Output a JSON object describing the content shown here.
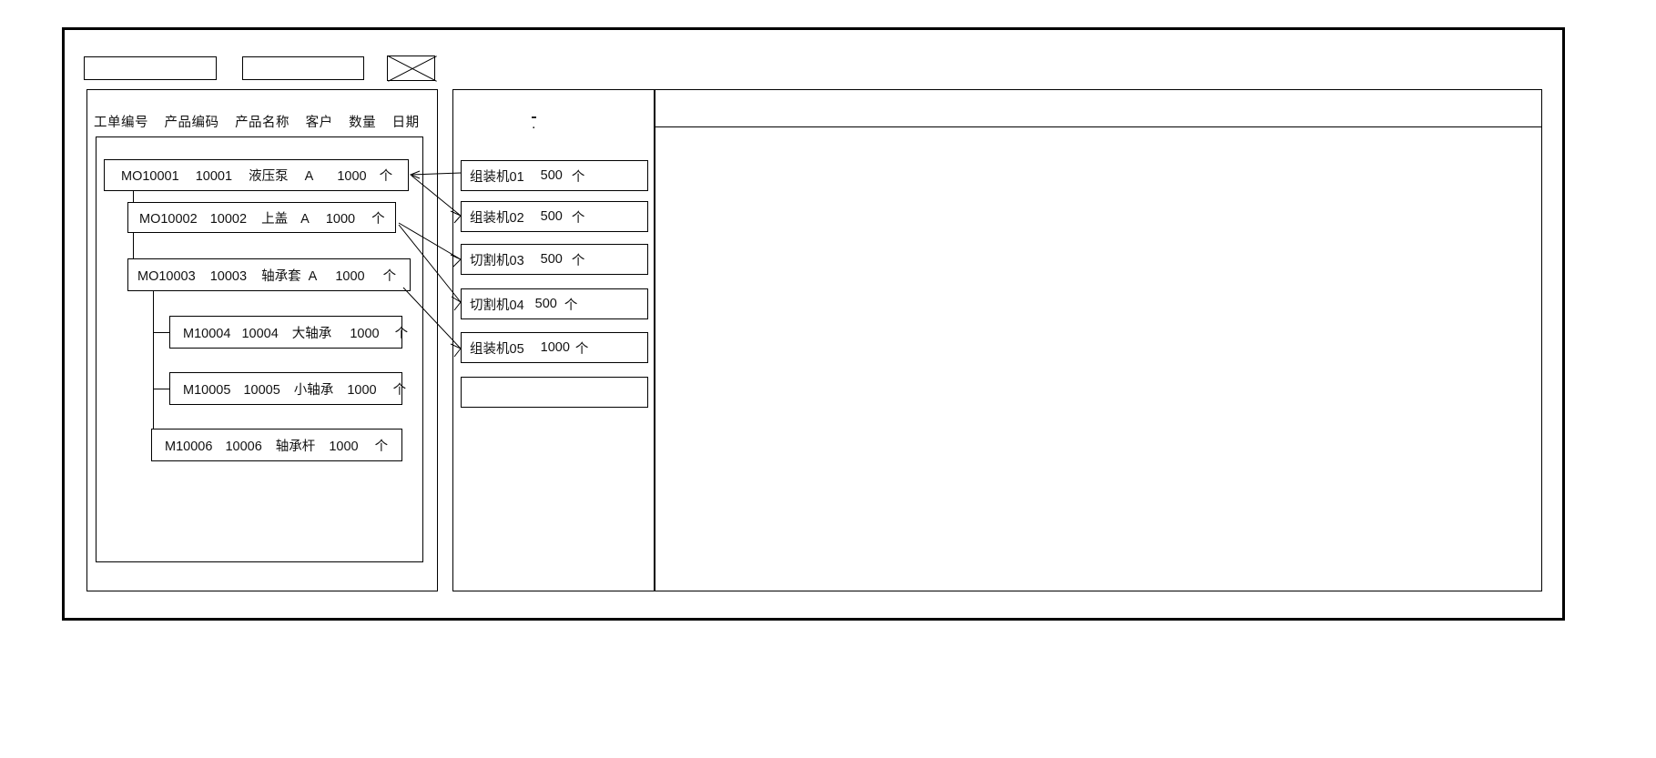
{
  "window": {
    "title": ""
  },
  "toolbar": {
    "field_1_value": "",
    "field_1_placeholder": "",
    "field_2_value": "",
    "field_2_placeholder": "",
    "placeholder_icon": "crossed-box-icon"
  },
  "left_panel": {
    "columns": [
      "工单编号",
      "产品编码",
      "产品名称",
      "客户",
      "数量",
      "日期"
    ],
    "tree": [
      {
        "level": 0,
        "order_no": "MO10001",
        "product_code": "10001",
        "product_name": "液压泵",
        "customer": "A",
        "quantity": "1000",
        "unit": "个"
      },
      {
        "level": 1,
        "order_no": "MO10002",
        "product_code": "10002",
        "product_name": "上盖",
        "customer": "A",
        "quantity": "1000",
        "unit": "个"
      },
      {
        "level": 1,
        "order_no": "MO10003",
        "product_code": "10003",
        "product_name": "轴承套",
        "customer": "A",
        "quantity": "1000",
        "unit": "个"
      },
      {
        "level": 2,
        "order_no": "M10004",
        "product_code": "10004",
        "product_name": "大轴承",
        "customer": "",
        "quantity": "1000",
        "unit": "个"
      },
      {
        "level": 2,
        "order_no": "M10005",
        "product_code": "10005",
        "product_name": "小轴承",
        "customer": "",
        "quantity": "1000",
        "unit": "个"
      },
      {
        "level": 2,
        "order_no": "M10006",
        "product_code": "10006",
        "product_name": "轴承杆",
        "customer": "",
        "quantity": "1000",
        "unit": "个"
      }
    ]
  },
  "middle_panel": {
    "marker": ".",
    "machines": [
      {
        "name": "组装机01",
        "quantity": "500",
        "unit": "个"
      },
      {
        "name": "组装机02",
        "quantity": "500",
        "unit": "个"
      },
      {
        "name": "切割机03",
        "quantity": "500",
        "unit": "个"
      },
      {
        "name": "切割机04",
        "quantity": "500",
        "unit": "个"
      },
      {
        "name": "组装机05",
        "quantity": "1000",
        "unit": "个"
      },
      {
        "name": "",
        "quantity": "",
        "unit": ""
      }
    ]
  },
  "right_panel": {
    "header_text": "",
    "body_text": ""
  },
  "colors": {
    "stroke": "#000000",
    "background": "#ffffff",
    "text": "#111111"
  }
}
